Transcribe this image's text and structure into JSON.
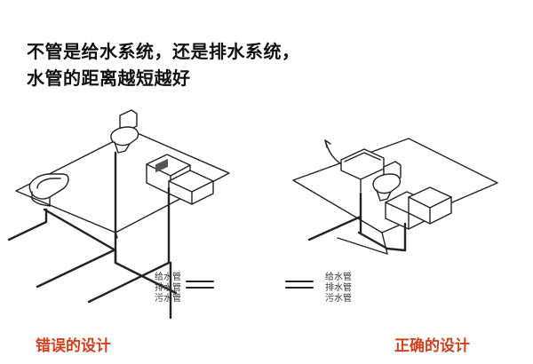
{
  "heading": {
    "line1": "不管是给水系统，还是排水系统，",
    "line2": "水管的距离越短越好"
  },
  "legend": {
    "items": [
      "给水管",
      "排水管",
      "污水管"
    ]
  },
  "captions": {
    "wrong": "错误的设计",
    "correct": "正确的设计"
  },
  "colors": {
    "caption": "#d2411c",
    "line": "#222222"
  }
}
